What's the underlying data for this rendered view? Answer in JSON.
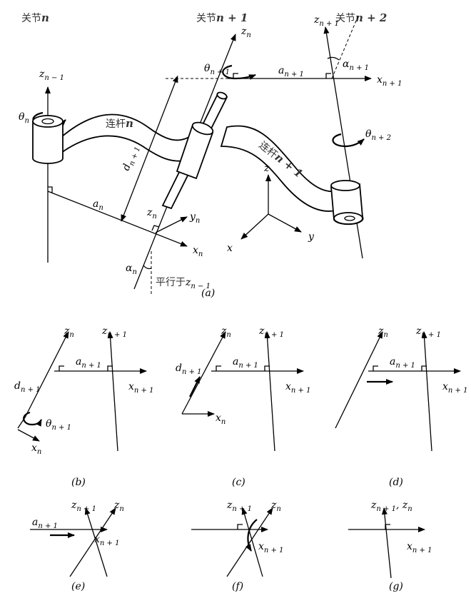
{
  "joints": {
    "prefix": "关节",
    "n": "n",
    "n1": "n + 1",
    "n2": "n + 2"
  },
  "links": {
    "prefix": "连杆",
    "n": "n",
    "n1": "n + 1"
  },
  "parallel_label": "平行于",
  "symbols": {
    "z": "z",
    "x": "x",
    "y": "y",
    "theta": "θ",
    "alpha": "α",
    "a": "a",
    "d": "d",
    "zcomma": "z",
    "comma": ", "
  },
  "subs": {
    "n": "n",
    "n1": "n + 1",
    "n2": "n + 2",
    "nm1": "n − 1",
    "none": ""
  },
  "captions": {
    "a": "(a)",
    "b": "(b)",
    "c": "(c)",
    "d": "(d)",
    "e": "(e)",
    "f": "(f)",
    "g": "(g)"
  }
}
